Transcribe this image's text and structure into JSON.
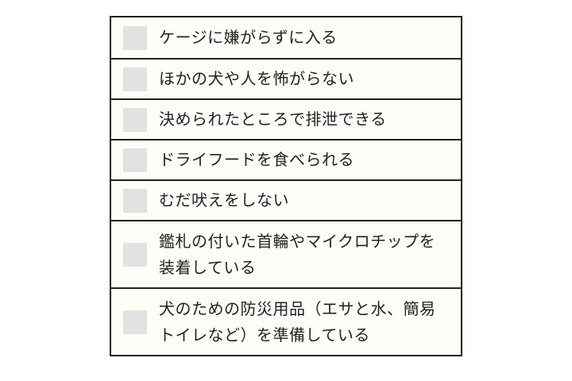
{
  "checklist": {
    "items": [
      {
        "label": "ケージに嫌がらずに入る",
        "checked": false
      },
      {
        "label": "ほかの犬や人を怖がらない",
        "checked": false
      },
      {
        "label": "決められたところで排泄できる",
        "checked": false
      },
      {
        "label": "ドライフードを食べられる",
        "checked": false
      },
      {
        "label": "むだ吠えをしない",
        "checked": false
      },
      {
        "label_line1": "鑑札の付いた首輪やマイクロチップを",
        "label_line2": "装着している",
        "checked": false
      },
      {
        "label_line1": "犬のための防災用品（エサと水、簡易",
        "label_line2": "トイレなど）を準備している",
        "checked": false
      }
    ]
  },
  "colors": {
    "border": "#222222",
    "background": "#fefdf8",
    "checkbox": "#e2e2e2"
  }
}
